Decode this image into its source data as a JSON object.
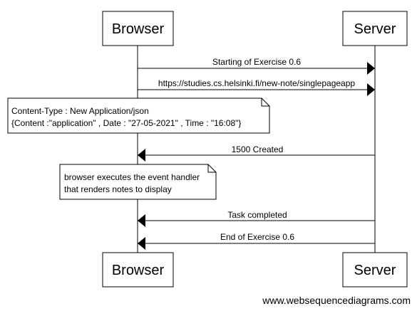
{
  "actors": [
    {
      "id": "browser",
      "name": "Browser"
    },
    {
      "id": "server",
      "name": "Server"
    }
  ],
  "messages": [
    {
      "from": "browser",
      "to": "server",
      "label": "Starting of Exercise 0.6"
    },
    {
      "from": "browser",
      "to": "server",
      "label": "https://studies.cs.helsinki.fi/new-note/singlepageapp"
    },
    {
      "from": "server",
      "to": "browser",
      "label": "1500 Created"
    },
    {
      "from": "server",
      "to": "browser",
      "label": "Task completed"
    },
    {
      "from": "server",
      "to": "browser",
      "label": "End of Exercise 0.6"
    }
  ],
  "notes": [
    {
      "lines": [
        "Content-Type : New Application/json",
        "{Content :\"application\" , Date : \"27-05-2021\" , Time : \"16:08\"}"
      ]
    },
    {
      "lines": [
        "browser executes the event handler",
        "that renders notes to display"
      ]
    }
  ],
  "footer": {
    "watermark": "www.websequencediagrams.com"
  },
  "colors": {
    "line": "#000000",
    "fill": "#ffffff"
  }
}
